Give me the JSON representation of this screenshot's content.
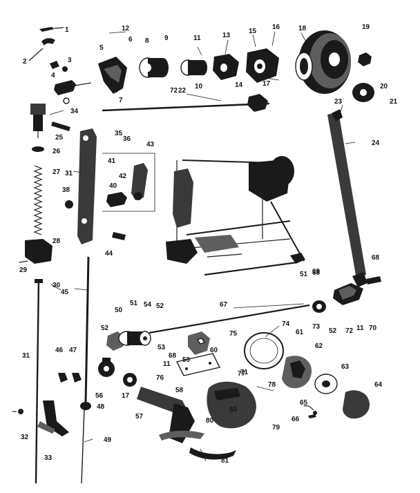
{
  "diagram": {
    "callouts": [
      {
        "id": "c1",
        "text": "1"
      },
      {
        "id": "c2",
        "text": "2"
      },
      {
        "id": "c3",
        "text": "3"
      },
      {
        "id": "c4",
        "text": "4"
      },
      {
        "id": "c5",
        "text": "5"
      },
      {
        "id": "c6",
        "text": "6"
      },
      {
        "id": "c7",
        "text": "7"
      },
      {
        "id": "c8",
        "text": "8"
      },
      {
        "id": "c9",
        "text": "9"
      },
      {
        "id": "c10",
        "text": "10"
      },
      {
        "id": "c11",
        "text": "11"
      },
      {
        "id": "c12",
        "text": "12"
      },
      {
        "id": "c13",
        "text": "13"
      },
      {
        "id": "c14",
        "text": "14"
      },
      {
        "id": "c15",
        "text": "15"
      },
      {
        "id": "c16",
        "text": "16"
      },
      {
        "id": "c17",
        "text": "17"
      },
      {
        "id": "c18",
        "text": "18"
      },
      {
        "id": "c19",
        "text": "19"
      },
      {
        "id": "c20",
        "text": "20"
      },
      {
        "id": "c21",
        "text": "21"
      },
      {
        "id": "c22",
        "text": "22"
      },
      {
        "id": "c23",
        "text": "23"
      },
      {
        "id": "c24",
        "text": "24"
      },
      {
        "id": "c25",
        "text": "25"
      },
      {
        "id": "c26",
        "text": "26"
      },
      {
        "id": "c27",
        "text": "27"
      },
      {
        "id": "c28",
        "text": "28"
      },
      {
        "id": "c29",
        "text": "29"
      },
      {
        "id": "c30",
        "text": "30"
      },
      {
        "id": "c31a",
        "text": "31"
      },
      {
        "id": "c31b",
        "text": "31"
      },
      {
        "id": "c32",
        "text": "32"
      },
      {
        "id": "c33",
        "text": "33"
      },
      {
        "id": "c34",
        "text": "34"
      },
      {
        "id": "c35",
        "text": "35"
      },
      {
        "id": "c36",
        "text": "36"
      },
      {
        "id": "c38",
        "text": "38"
      },
      {
        "id": "c40",
        "text": "40"
      },
      {
        "id": "c41",
        "text": "41"
      },
      {
        "id": "c42",
        "text": "42"
      },
      {
        "id": "c43",
        "text": "43"
      },
      {
        "id": "c44",
        "text": "44"
      },
      {
        "id": "c45",
        "text": "45"
      },
      {
        "id": "c46",
        "text": "46"
      },
      {
        "id": "c47",
        "text": "47"
      },
      {
        "id": "c48",
        "text": "48"
      },
      {
        "id": "c49",
        "text": "49"
      },
      {
        "id": "c50",
        "text": "50"
      },
      {
        "id": "c51a",
        "text": "51"
      },
      {
        "id": "c51b",
        "text": "51"
      },
      {
        "id": "c52a",
        "text": "52"
      },
      {
        "id": "c52b",
        "text": "52"
      },
      {
        "id": "c52c",
        "text": "52"
      },
      {
        "id": "c53",
        "text": "53"
      },
      {
        "id": "c54",
        "text": "54"
      },
      {
        "id": "c55",
        "text": "55"
      },
      {
        "id": "c56",
        "text": "56"
      },
      {
        "id": "c57",
        "text": "57"
      },
      {
        "id": "c58",
        "text": "58"
      },
      {
        "id": "c59",
        "text": "59"
      },
      {
        "id": "c60",
        "text": "60"
      },
      {
        "id": "c61",
        "text": "61"
      },
      {
        "id": "c62",
        "text": "62"
      },
      {
        "id": "c63",
        "text": "63"
      },
      {
        "id": "c64",
        "text": "64"
      },
      {
        "id": "c65",
        "text": "65"
      },
      {
        "id": "c66",
        "text": "66"
      },
      {
        "id": "c67",
        "text": "67"
      },
      {
        "id": "c68a",
        "text": "68"
      },
      {
        "id": "c68b",
        "text": "68"
      },
      {
        "id": "c68c",
        "text": "68"
      },
      {
        "id": "c69",
        "text": "69"
      },
      {
        "id": "c70",
        "text": "70"
      },
      {
        "id": "c71",
        "text": "71"
      },
      {
        "id": "c72a",
        "text": "72"
      },
      {
        "id": "c72b",
        "text": "72"
      },
      {
        "id": "c73",
        "text": "73"
      },
      {
        "id": "c74",
        "text": "74"
      },
      {
        "id": "c75",
        "text": "75"
      },
      {
        "id": "c76",
        "text": "76"
      },
      {
        "id": "c77",
        "text": "77"
      },
      {
        "id": "c78",
        "text": "78"
      },
      {
        "id": "c79",
        "text": "79"
      },
      {
        "id": "c80",
        "text": "80"
      },
      {
        "id": "c81",
        "text": "81"
      },
      {
        "id": "c11b",
        "text": "11"
      },
      {
        "id": "c17b",
        "text": "17"
      },
      {
        "id": "c11c",
        "text": "11"
      }
    ]
  }
}
